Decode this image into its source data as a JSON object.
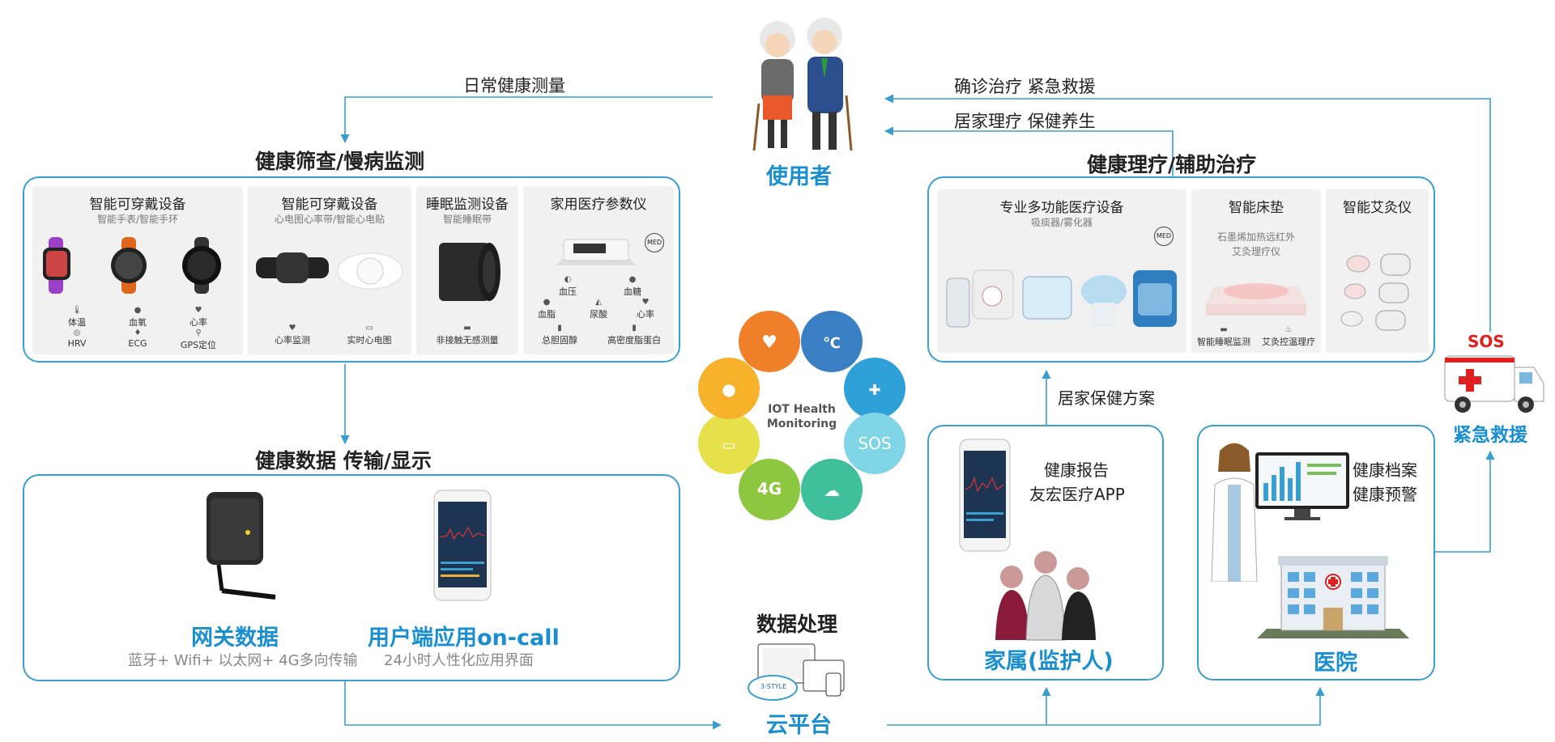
{
  "top": {
    "user_label": "使用者",
    "daily_measure": "日常健康测量",
    "diagnose_emergency": "确诊治疗  紧急救援",
    "home_care": "居家理疗  保健养生"
  },
  "screening": {
    "title": "健康筛查/慢病监测",
    "cards": [
      {
        "title": "智能可穿戴设备",
        "sub": "智能手表/智能手环",
        "features": [
          "体温",
          "血氧",
          "心率",
          "HRV",
          "ECG",
          "GPS定位"
        ]
      },
      {
        "title": "智能可穿戴设备",
        "sub": "心电图心率带/智能心电贴",
        "features": [
          "心率监测",
          "实时心电图"
        ]
      },
      {
        "title": "睡眠监测设备",
        "sub": "智能睡眠带",
        "features": [
          "非接触无感测量"
        ]
      },
      {
        "title": "家用医疗参数仪",
        "features": [
          "血压",
          "血糖",
          "血脂",
          "尿酸",
          "心率",
          "总胆固醇",
          "高密度脂蛋白"
        ],
        "badge": "MED"
      }
    ]
  },
  "therapy": {
    "title": "健康理疗/辅助治疗",
    "cards": [
      {
        "title": "专业多功能医疗设备",
        "sub": "吸痰器/雾化器",
        "badge": "MED"
      },
      {
        "title": "智能床垫",
        "sub1": "石墨烯加热远红外",
        "sub2": "艾灸理疗仪",
        "features": [
          "智能睡眠监测",
          "艾灸控温理疗"
        ]
      },
      {
        "title": "智能艾灸仪"
      }
    ]
  },
  "data_panel": {
    "title": "健康数据  传输/显示",
    "gateway_title": "网关数据",
    "gateway_sub": "蓝牙+ Wifi+ 以太网+ 4G多向传输",
    "app_title": "用户端应用on-call",
    "app_sub": "24小时人性化应用界面"
  },
  "iot": {
    "center_line1": "IOT Health",
    "center_line2": "Monitoring",
    "sos": "SOS",
    "net": "4G"
  },
  "cloud": {
    "processing": "数据处理",
    "platform": "云平台",
    "logo_text": "3-STYLE"
  },
  "family": {
    "plan": "居家保健方案",
    "report": "健康报告",
    "app": "友宏医疗APP",
    "title": "家属(监护人)"
  },
  "hospital": {
    "archive": "健康档案",
    "warning": "健康预警",
    "title": "医院"
  },
  "emergency": {
    "sos": "SOS",
    "title": "紧急救援"
  },
  "colors": {
    "accent": "#1a8fd0",
    "line": "#3a9fce",
    "sos_red": "#e02020"
  }
}
